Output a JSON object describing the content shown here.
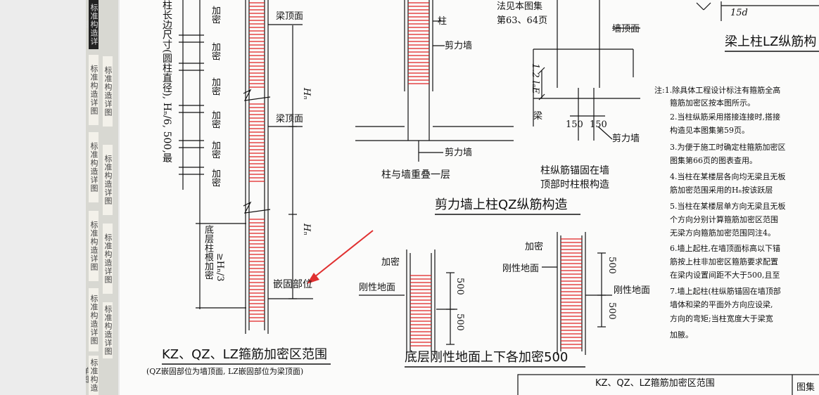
{
  "spine": {
    "tabs": [
      "标准构造详图",
      "标准构造详图",
      "标准构造详图",
      "标准构造详图",
      "标准构造详图",
      "标准构造详图",
      "标准构造详图",
      "标准构造详图",
      "标准构造详图",
      "标准构造详图"
    ]
  },
  "left_figure": {
    "col_text": "柱长边尺寸(圆柱直径), Hₙ/6, 500,最",
    "jiami": "加密",
    "liang_top": "梁顶面",
    "hn": "Hₙ",
    "base_label": "底层柱根加密",
    "base_value": "≥Hₙ/3",
    "embed": "嵌固部位",
    "caption": "KZ、QZ、LZ箍筋加密区范围",
    "subcaption": "(QZ嵌固部位为墙顶面, LZ嵌固部位为梁顶面)"
  },
  "mid_figure": {
    "zhu": "柱",
    "wall": "剪力墙",
    "wall2": "剪力墙",
    "overlap": "柱与墙重叠一层",
    "ref1": "法见本图集",
    "ref2": "第63、64页",
    "wall_top": "墙顶面",
    "laE": "1.2 lₐE",
    "liang": "梁",
    "d150a": "150",
    "d150b": "150",
    "wall3": "剪力墙",
    "anchor1": "柱纵筋锚固在墙",
    "anchor2": "顶部时柱根构造",
    "caption": "剪力墙上柱QZ纵筋构造"
  },
  "ground_figure": {
    "jiami1": "加密",
    "rigid1": "刚性地面",
    "d500a": "500",
    "d500b": "500",
    "jiami2": "加密",
    "rigid2": "刚性地面",
    "rigid3": "刚性地面",
    "d500c": "500",
    "d500d": "500",
    "caption": "底层刚性地面上下各加密500"
  },
  "top_right": {
    "d15": "15d",
    "caption": "梁上柱LZ纵筋构"
  },
  "notes": [
    "注:1.除具体工程设计标注有箍筋全高",
    "箍筋加密区按本图所示。",
    "2.当柱纵筋采用搭接连接时,搭接",
    "构造见本图集第59页。",
    "3.为便于施工时确定柱箍筋加密区",
    "图集第66页的图表查用。",
    "4.当柱在某楼层各向均无梁且无板",
    "筋加密范围采用的Hₙ按该跃层",
    "5.当柱在某楼层单方向无梁且无板",
    "个方向分别计算箍筋加密区范围",
    "无梁方向箍筋加密范围同注4。",
    "6.墙上起柱,在墙顶面标高以下锚",
    "筋按上柱非加密区箍筋要求配置",
    "在梁内设置间距不大于500,且至",
    "7.墙上起柱(柱纵筋锚固在墙顶部",
    "墙体和梁的平面外方向应设梁,",
    "方向的弯矩;当柱宽度大于梁宽",
    "加腋。"
  ],
  "title_block": {
    "title": "KZ、QZ、LZ箍筋加密区范围",
    "label": "图集"
  },
  "colors": {
    "rebar_red": "#e02020",
    "ink": "#111111",
    "arrow_red": "#e03030"
  }
}
